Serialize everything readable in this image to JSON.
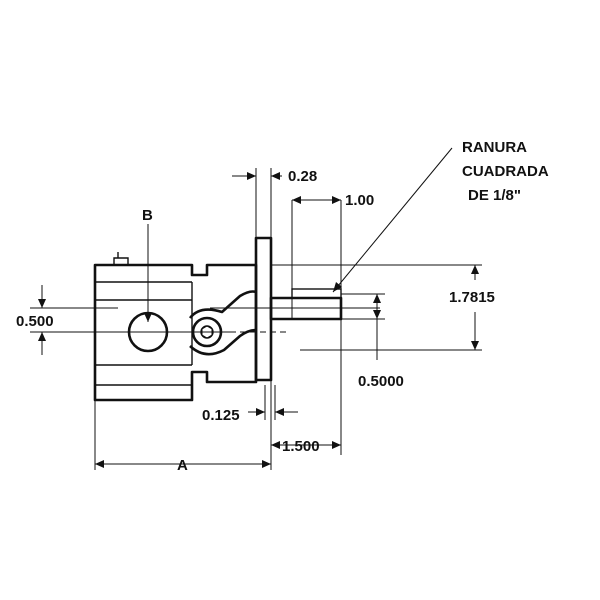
{
  "labels": {
    "note_line1": "RANURA",
    "note_line2": "CUADRADA",
    "note_line3": "DE 1/8\"",
    "port": "B",
    "dim_flange_thickness": "0.28",
    "dim_key_length": "1.00",
    "dim_overall_height": "1.7815",
    "dim_shaft_diameter": "0.5000",
    "dim_port_offset": "0.500",
    "dim_flange_gap": "0.125",
    "dim_shaft_length": "1.500",
    "dim_body_length": "A"
  }
}
